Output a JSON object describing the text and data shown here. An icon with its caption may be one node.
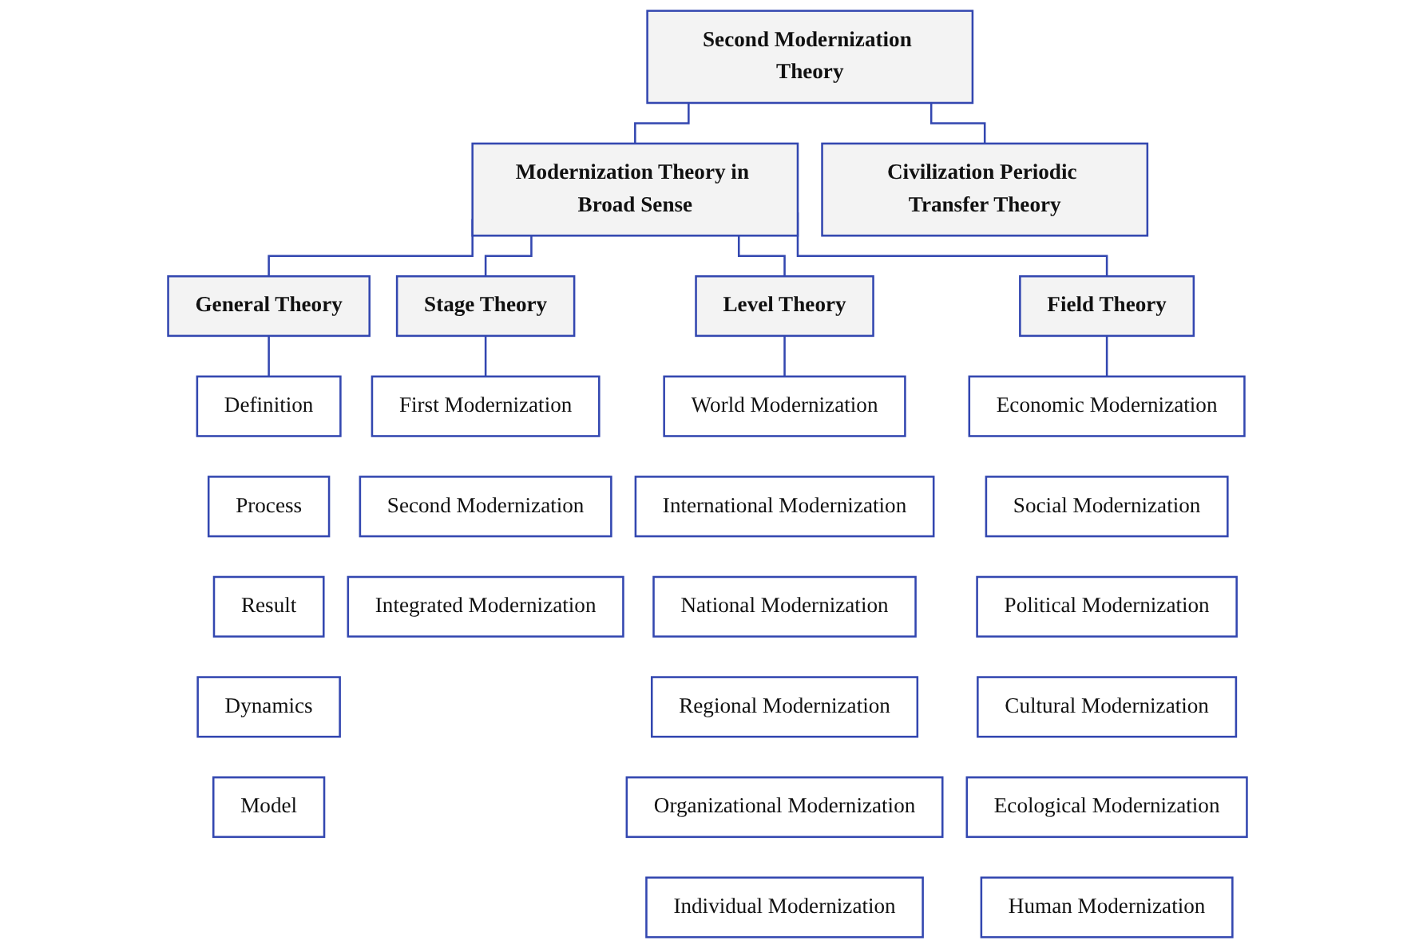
{
  "diagram": {
    "nodes": [
      {
        "text": [
          "Second Modernization Theory"
        ]
      },
      {
        "text": [
          "Modernization Theory in Broad Sense"
        ]
      },
      {
        "text": [
          "Civilization Periodic Transfer Theory"
        ]
      },
      {
        "text": [
          "General Theory"
        ]
      },
      {
        "text": [
          "Stage Theory"
        ]
      },
      {
        "text": [
          "Level Theory"
        ]
      },
      {
        "text": [
          "Field Theory"
        ]
      },
      {
        "text": [
          "Definition"
        ]
      },
      {
        "text": [
          "Process"
        ]
      },
      {
        "text": [
          "Result"
        ]
      },
      {
        "text": [
          "Dynamics"
        ]
      },
      {
        "text": [
          "Model"
        ]
      },
      {
        "text": [
          "First Modernization"
        ]
      },
      {
        "text": [
          "Second Modernization"
        ]
      },
      {
        "text": [
          "Integrated Modernization"
        ]
      },
      {
        "text": [
          "World Modernization"
        ]
      },
      {
        "text": [
          "International Modernization"
        ]
      },
      {
        "text": [
          "National Modernization"
        ]
      },
      {
        "text": [
          "Regional Modernization"
        ]
      },
      {
        "text": [
          "Organizational Modernization"
        ]
      },
      {
        "text": [
          "Individual Modernization"
        ]
      },
      {
        "text": [
          "Economic Modernization"
        ]
      },
      {
        "text": [
          "Social Modernization"
        ]
      },
      {
        "text": [
          "Political Modernization"
        ]
      },
      {
        "text": [
          "Cultural Modernization"
        ]
      },
      {
        "text": [
          "Ecological Modernization"
        ]
      },
      {
        "text": [
          "Human Modernization"
        ]
      }
    ],
    "edges": [
      {
        "from": 0,
        "to": 1,
        "arrow": "none"
      },
      {
        "from": 0,
        "to": 2,
        "arrow": "none"
      },
      {
        "from": 1,
        "to": 3,
        "arrow": "none"
      },
      {
        "from": 1,
        "to": 4,
        "arrow": "none"
      },
      {
        "from": 1,
        "to": 5,
        "arrow": "none"
      },
      {
        "from": 1,
        "to": 6,
        "arrow": "none"
      },
      {
        "from": 3,
        "to": 7,
        "arrow": "none"
      },
      {
        "from": 4,
        "to": 12,
        "arrow": "none"
      },
      {
        "from": 5,
        "to": 15,
        "arrow": "none"
      },
      {
        "from": 6,
        "to": 21,
        "arrow": "none"
      }
    ]
  }
}
